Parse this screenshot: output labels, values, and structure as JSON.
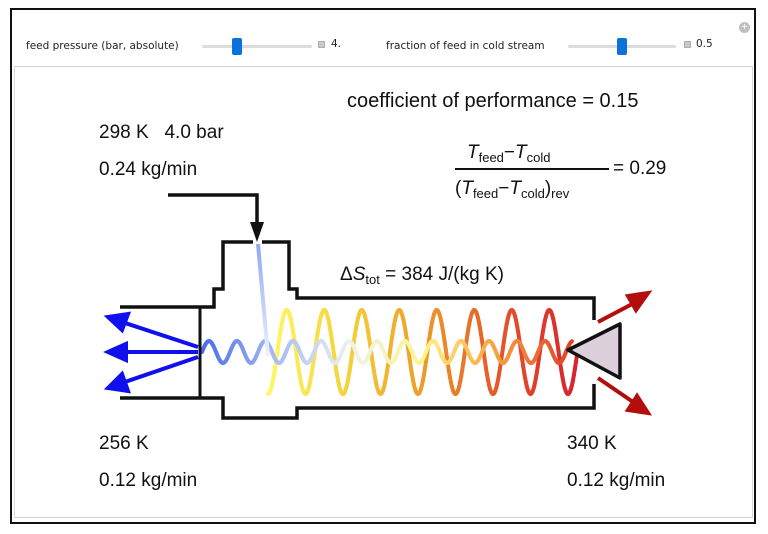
{
  "controls": {
    "feed_pressure": {
      "label": "feed pressure (bar, absolute)",
      "value": "4.",
      "fraction": 0.3
    },
    "cold_fraction": {
      "label": "fraction of feed in cold stream",
      "value": "0.5",
      "fraction": 0.5
    },
    "add_icon": "plus-circle-icon"
  },
  "results": {
    "cop_label": "coefficient of performance = 0.15",
    "ratio_num_T1": "T",
    "ratio_num_s1": "feed",
    "ratio_minus": "−",
    "ratio_num_T2": "T",
    "ratio_num_s2": "cold",
    "ratio_den_open": "(",
    "ratio_den_close": ")",
    "ratio_den_sub": "rev",
    "ratio_value": "= 0.29",
    "entropy_delta": "Δ",
    "entropy_S": "S",
    "entropy_sub": "tot",
    "entropy_value": "= 384 J/(kg K)"
  },
  "feed": {
    "temp_pressure": "298 K   4.0 bar",
    "flow": "0.24 kg/min"
  },
  "cold_outlet": {
    "temp": "256 K",
    "flow": "0.12 kg/min"
  },
  "hot_outlet": {
    "temp": "340 K",
    "flow": "0.12 kg/min"
  },
  "colors": {
    "slider_thumb": "#0a72d9",
    "cold_arrow": "#1010ee",
    "hot_arrow": "#b30d0d",
    "valve_fill": "#dccfdc",
    "outline": "#111111"
  }
}
